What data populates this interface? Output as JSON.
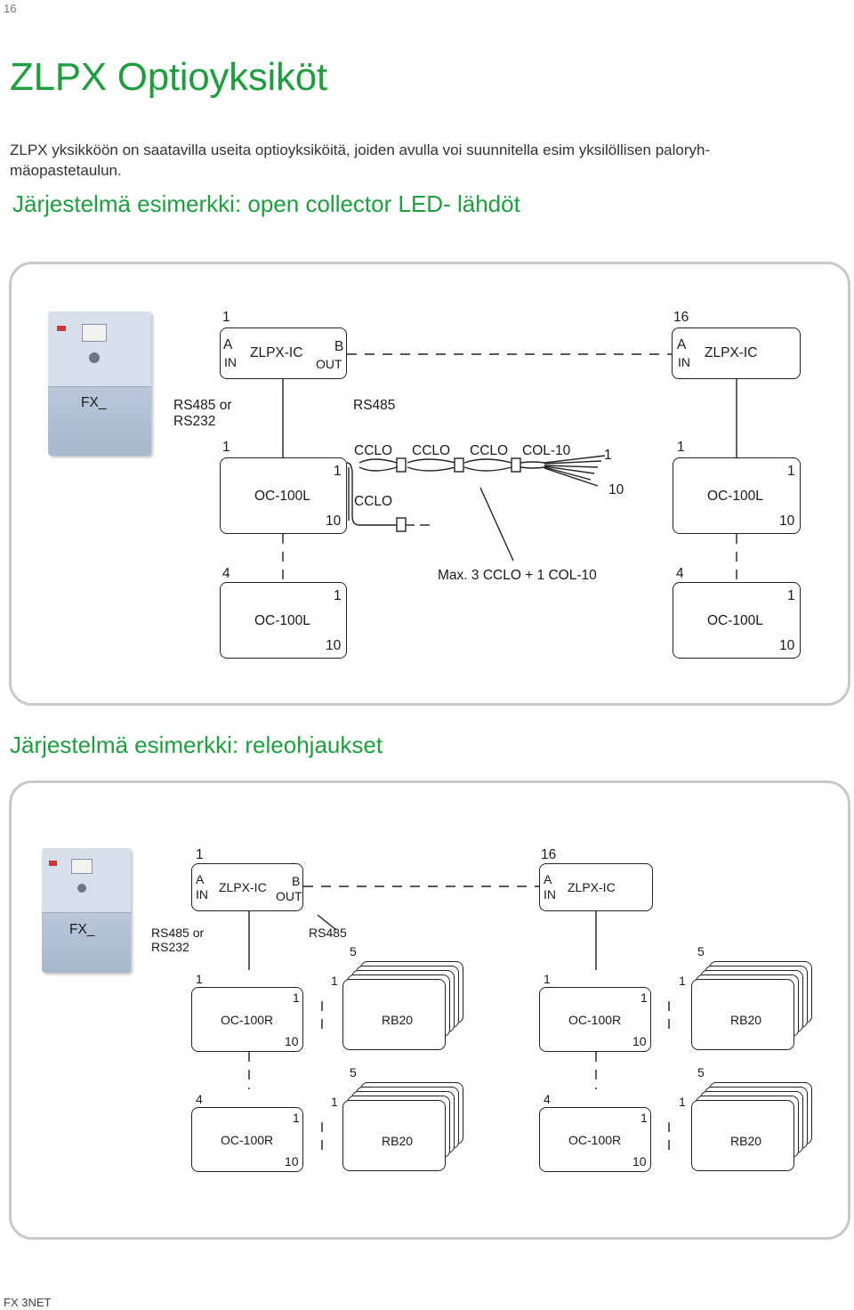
{
  "page_number": "16",
  "title": "ZLPX Optioyksiköt",
  "intro": "ZLPX yksikköön on saatavilla useita optioyksiköitä, joiden avulla voi suunnitella esim yksilöllisen paloryh-mäopastetaulun.",
  "intro_line1": "ZLPX yksikköön on saatavilla useita optioyksiköitä, joiden avulla voi suunnitella esim yksilöllisen paloryh-",
  "intro_line2": "mäopastetaulun.",
  "diagram_a": {
    "heading": "Järjestelmä esimerkki: open collector LED- lähdöt",
    "panel_label": "FX_",
    "zlpx_left": {
      "num": "1",
      "a": "A",
      "in": "IN",
      "name": "ZLPX-IC",
      "b": "B",
      "out": "OUT"
    },
    "zlpx_right": {
      "num": "16",
      "a": "A",
      "in": "IN",
      "name": "ZLPX-IC"
    },
    "rs485_or": "RS485 or",
    "rs232": "RS232",
    "rs485": "RS485",
    "oc_top_left": {
      "num": "1",
      "name": "OC-100L",
      "top": "1",
      "bottom": "10"
    },
    "oc_top_right": {
      "num": "1",
      "name": "OC-100L",
      "top": "1",
      "bottom": "10"
    },
    "oc_bot_left": {
      "num": "4",
      "name": "OC-100L",
      "top": "1",
      "bottom": "10"
    },
    "oc_bot_right": {
      "num": "4",
      "name": "OC-100L",
      "top": "1",
      "bottom": "10"
    },
    "cclo": [
      "CCLO",
      "CCLO",
      "CCLO"
    ],
    "col10": "COL-10",
    "cclo_lower": "CCLO",
    "col_one": "1",
    "col_ten": "10",
    "max_note": "Max. 3 CCLO + 1 COL-10"
  },
  "diagram_b": {
    "heading": "Järjestelmä esimerkki: releohjaukset",
    "panel_label": "FX_",
    "zlpx_left": {
      "num": "1",
      "a": "A",
      "in": "IN",
      "name": "ZLPX-IC",
      "b": "B",
      "out": "OUT"
    },
    "zlpx_right": {
      "num": "16",
      "a": "A",
      "in": "IN",
      "name": "ZLPX-IC"
    },
    "rs485_or": "RS485 or",
    "rs232": "RS232",
    "rs485": "RS485",
    "oc_tl": {
      "num": "1",
      "name": "OC-100R",
      "top": "1",
      "bottom": "10"
    },
    "oc_tr": {
      "num": "1",
      "name": "OC-100R",
      "top": "1",
      "bottom": "10"
    },
    "oc_bl": {
      "num": "4",
      "name": "OC-100R",
      "top": "1",
      "bottom": "10"
    },
    "oc_br": {
      "num": "4",
      "name": "OC-100R",
      "top": "1",
      "bottom": "10"
    },
    "rb_tl": {
      "count": "5",
      "num": "1",
      "name": "RB20"
    },
    "rb_tr": {
      "count": "5",
      "num": "1",
      "name": "RB20"
    },
    "rb_bl": {
      "count": "5",
      "num": "1",
      "name": "RB20"
    },
    "rb_br": {
      "count": "5",
      "num": "1",
      "name": "RB20"
    }
  },
  "footer": "FX 3NET"
}
